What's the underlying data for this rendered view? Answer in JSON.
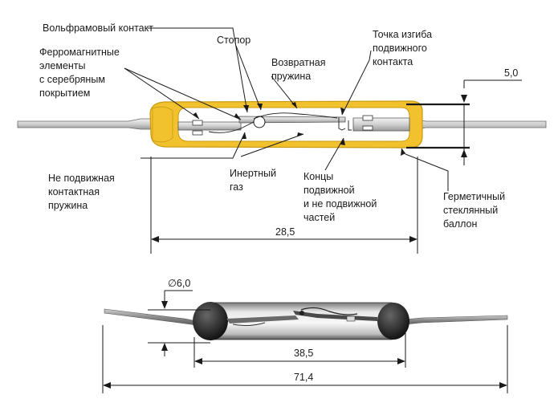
{
  "labels": {
    "tungsten_contact": "Вольфрамовый контакт",
    "ferromagnetic_1": "Ферромагнитные",
    "ferromagnetic_2": "элементы",
    "ferromagnetic_3": "с серебряным",
    "ferromagnetic_4": "покрытием",
    "stopper": "Стопор",
    "return_spring_1": "Возвратная",
    "return_spring_2": "пружина",
    "bend_point_1": "Точка изгиба",
    "bend_point_2": "подвижного",
    "bend_point_3": "контакта",
    "fixed_spring_1": "Не подвижная",
    "fixed_spring_2": "контактная",
    "fixed_spring_3": "пружина",
    "inert_gas_1": "Инертный",
    "inert_gas_2": "газ",
    "ends_1": "Концы",
    "ends_2": "подвижной",
    "ends_3": "и не подвижной",
    "ends_4": "частей",
    "glass_bulb_1": "Герметичный",
    "glass_bulb_2": "стеклянный",
    "glass_bulb_3": "баллон"
  },
  "dimensions": {
    "bulb_diameter": "5,0",
    "bulb_length": "28,5",
    "photo_diameter": "∅6,0",
    "photo_body_length": "38,5",
    "photo_total_length": "71,4"
  },
  "colors": {
    "glass": "#f2c12e",
    "glass_edge": "#c99a10",
    "lead": "#d9d9d9",
    "line": "#1a1a1a"
  }
}
